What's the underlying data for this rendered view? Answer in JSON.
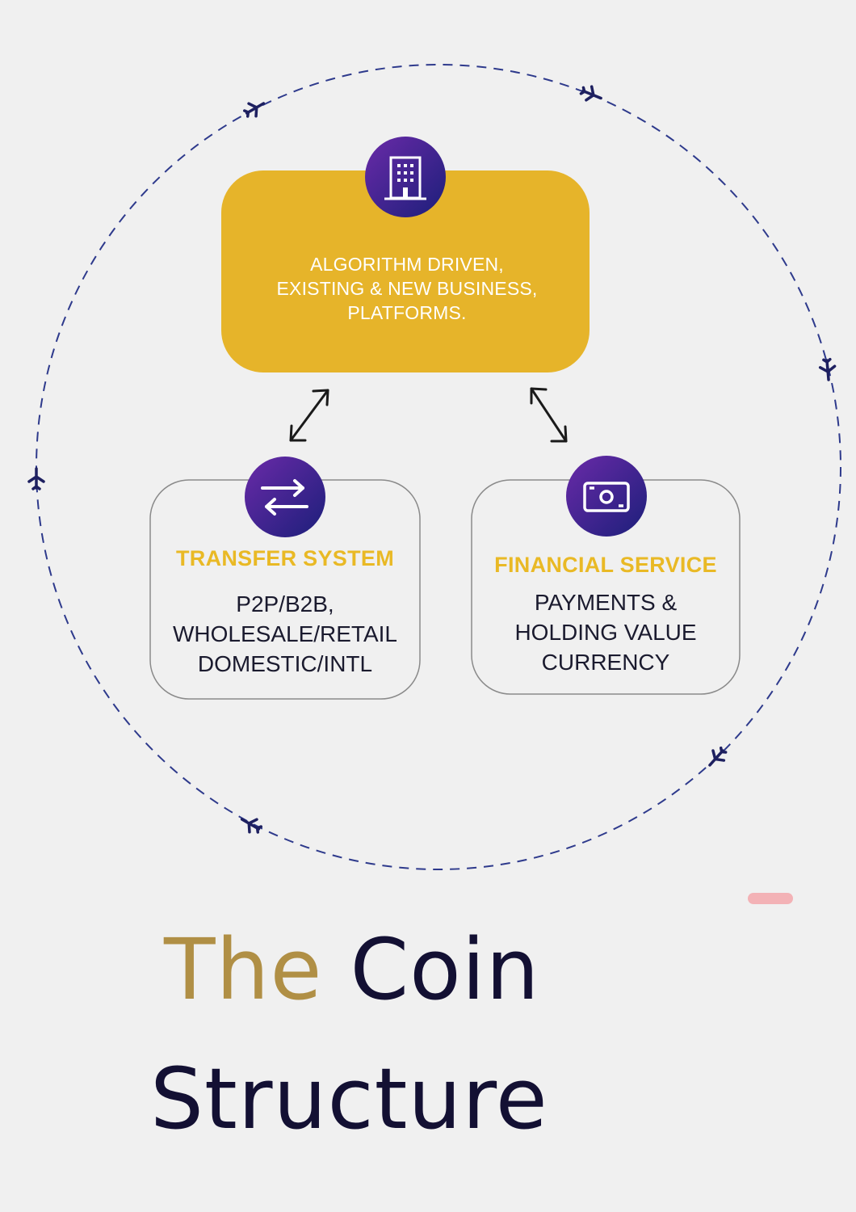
{
  "top_box": {
    "icon": "building-icon",
    "text": "ALGORITHM DRIVEN,\nEXISTING & NEW BUSINESS,\nPLATFORMS.",
    "color": "#e6b42a"
  },
  "transfer_box": {
    "icon": "transfer-arrows-icon",
    "heading": "TRANSFER SYSTEM",
    "body": "P2P/B2B,\nWHOLESALE/RETAIL\n  DOMESTIC/INTL"
  },
  "financial_box": {
    "icon": "cash-icon",
    "heading": "FINANCIAL SERVICE",
    "body": "PAYMENTS &\nHOLDING VALUE\nCURRENCY"
  },
  "orbit": {
    "style": "dashed",
    "color": "#2e3a8c",
    "marker_icon": "airplane-icon"
  },
  "colors": {
    "icon_circle_start": "#6a2aa8",
    "icon_circle_end": "#1c1f7a",
    "heading": "#e9b925",
    "title_accent": "#b08f45",
    "title_dark": "#131033"
  },
  "title": {
    "word1": "The",
    "word2": "Coin",
    "word3": "Structure"
  }
}
